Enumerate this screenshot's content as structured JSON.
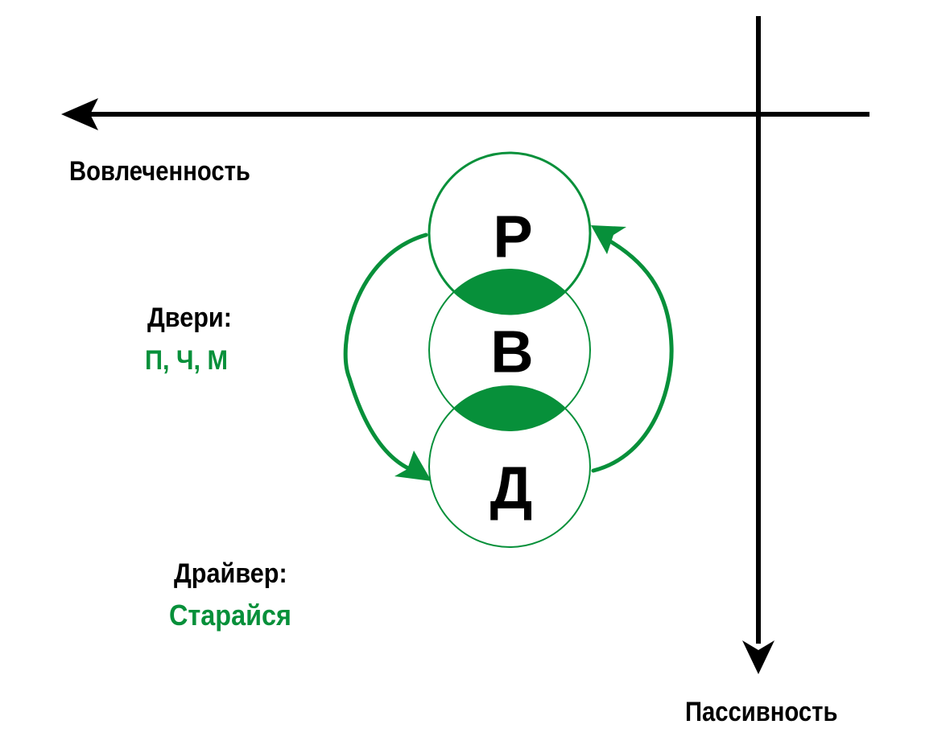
{
  "axes": {
    "horizontal_label": "Вовлеченность",
    "vertical_label": "Пассивность"
  },
  "circles": [
    {
      "id": "top",
      "letter": "Р"
    },
    {
      "id": "middle",
      "letter": "В"
    },
    {
      "id": "bottom",
      "letter": "Д"
    }
  ],
  "doors": {
    "title": "Двери:",
    "value": "П, Ч, М"
  },
  "driver": {
    "title": "Драйвер:",
    "value": "Старайся"
  },
  "colors": {
    "accent_green": "#07903a",
    "line_black": "#000000",
    "background": "#ffffff"
  }
}
